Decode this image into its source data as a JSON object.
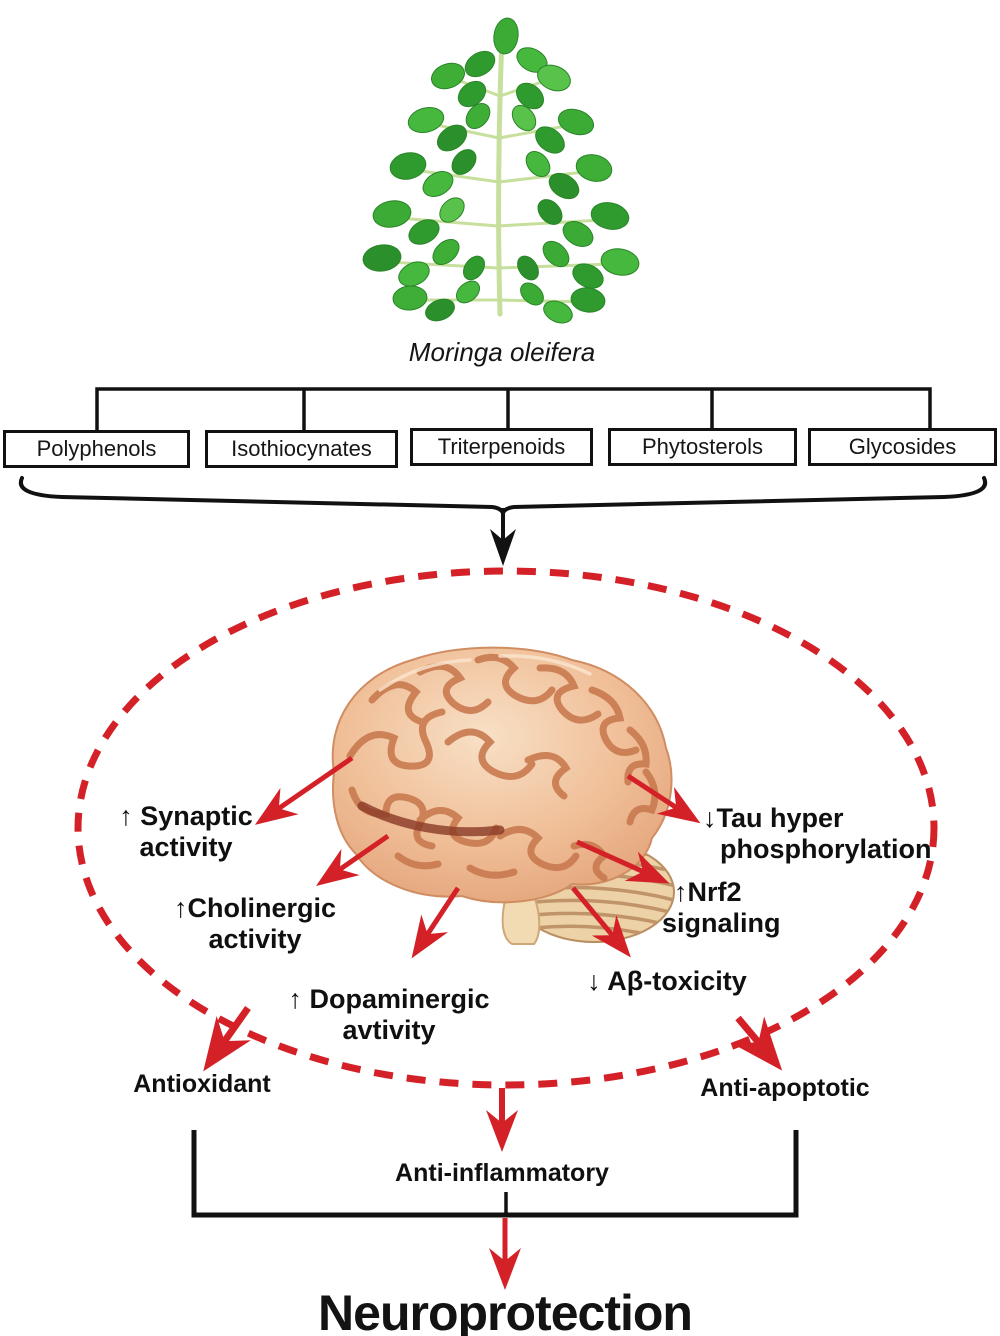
{
  "plant": {
    "name": "Moringa oleifera"
  },
  "compounds": [
    "Polyphenols",
    "Isothiocynates",
    "Triterpenoids",
    "Phytosterols",
    "Glycosides"
  ],
  "effects": {
    "synaptic": {
      "line1": "↑ Synaptic",
      "line2": "activity"
    },
    "cholinergic": {
      "line1": "↑Cholinergic",
      "line2": "activity"
    },
    "dopaminergic": {
      "line1": "↑ Dopaminergic",
      "line2": "avtivity"
    },
    "abeta": {
      "line1": "↓ Aβ-toxicity"
    },
    "nrf2": {
      "line1": "↑Nrf2",
      "line2": "signaling"
    },
    "tau": {
      "line1": "↓Tau hyper",
      "line2": "phosphorylation"
    }
  },
  "outcomes": {
    "antioxidant": "Antioxidant",
    "anti_apoptotic": "Anti-apoptotic",
    "anti_inflammatory": "Anti-inflammatory"
  },
  "final_outcome": "Neuroprotection",
  "colors": {
    "arrow_red": "#d42127",
    "diagram_black": "#111111",
    "leaf_green": "#3aaa35",
    "brain_peach": "#efbb92"
  },
  "images": {
    "plant_icon": "moringa-branch-illustration",
    "brain_icon": "human-brain-illustration"
  }
}
